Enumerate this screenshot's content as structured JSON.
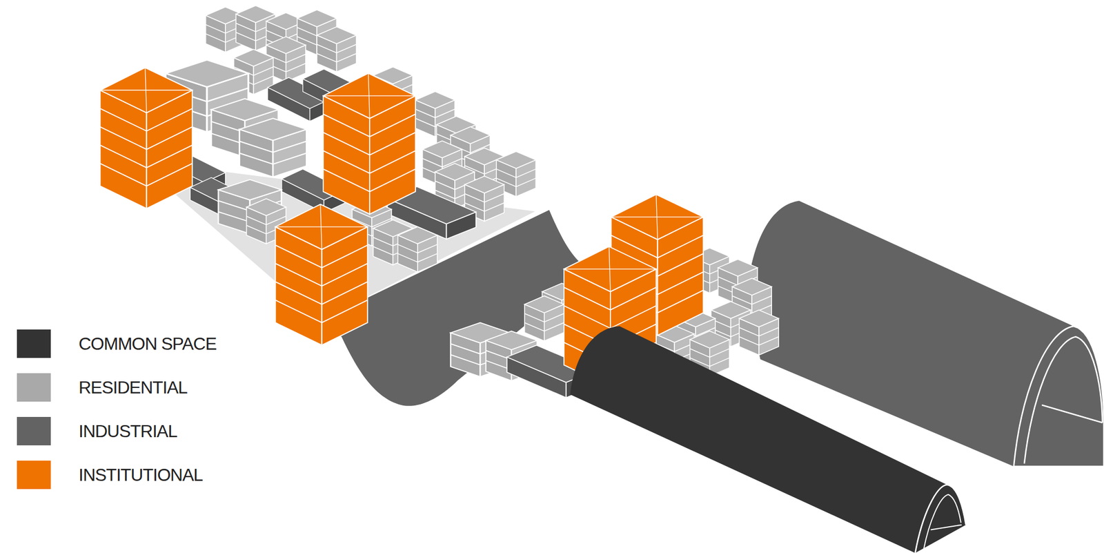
{
  "diagram": {
    "legend": [
      {
        "text": "COMMON SPACE",
        "color": "#333333"
      },
      {
        "text": "RESIDENTIAL",
        "color": "#a9a9a9"
      },
      {
        "text": "INDUSTRIAL",
        "color": "#636363"
      },
      {
        "text": "INSTITUTIONAL",
        "color": "#ef7300"
      }
    ]
  }
}
